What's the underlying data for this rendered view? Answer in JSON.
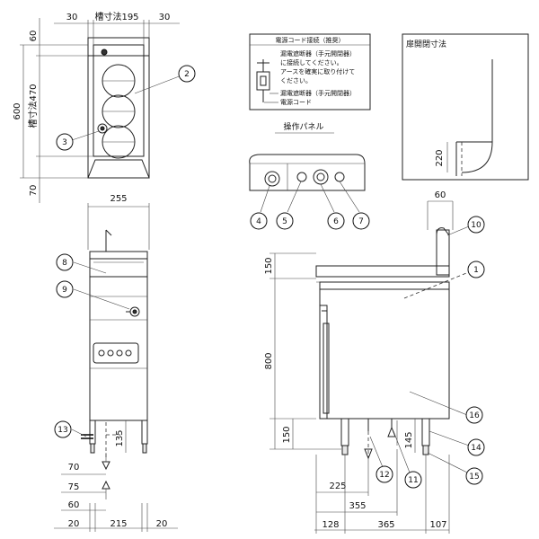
{
  "top_view": {
    "dim_left": "30",
    "dim_inner": "槽寸法195",
    "dim_right": "30",
    "dim_top": "60",
    "dim_depth": "600",
    "dim_inner_depth": "槽寸法470",
    "dim_bottom": "70"
  },
  "front_view": {
    "dim_width": "255",
    "dim_135": "135",
    "dim_70": "70",
    "dim_75": "75",
    "dim_60": "60",
    "dim_b_left": "20",
    "dim_b_mid": "215",
    "dim_b_right": "20"
  },
  "side_view": {
    "dim_60": "60",
    "dim_150_top": "150",
    "dim_800": "800",
    "dim_150_bottom": "150",
    "dim_145": "145",
    "dim_225": "225",
    "dim_355": "355",
    "dim_128": "128",
    "dim_365": "365",
    "dim_107": "107"
  },
  "power_box": {
    "title": "電源コード接続（推奨）",
    "line1": "漏電遮断器（手元開閉器）",
    "line2": "に接続してください。",
    "line3": "アースを確実に取り付けて",
    "line4": "ください。",
    "label_breaker": "漏電遮断器（手元開閉器）",
    "label_cord": "電源コード"
  },
  "panel": {
    "title": "操作パネル"
  },
  "door": {
    "title": "扉開閉寸法",
    "dim": "220"
  },
  "callouts": [
    "1",
    "2",
    "3",
    "4",
    "5",
    "6",
    "7",
    "8",
    "9",
    "10",
    "11",
    "12",
    "13",
    "14",
    "15",
    "16"
  ]
}
